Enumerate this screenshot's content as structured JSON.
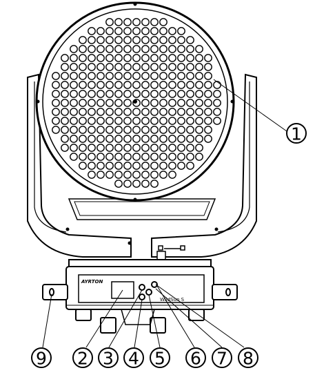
{
  "brand_text": "AYRTON",
  "model_text": "WildSun S",
  "callouts": [
    {
      "id": "1",
      "label": "1"
    },
    {
      "id": "2",
      "label": "2"
    },
    {
      "id": "3",
      "label": "3"
    },
    {
      "id": "4",
      "label": "4"
    },
    {
      "id": "5",
      "label": "5"
    },
    {
      "id": "6",
      "label": "6"
    },
    {
      "id": "7",
      "label": "7"
    },
    {
      "id": "8",
      "label": "8"
    },
    {
      "id": "9",
      "label": "9"
    }
  ]
}
